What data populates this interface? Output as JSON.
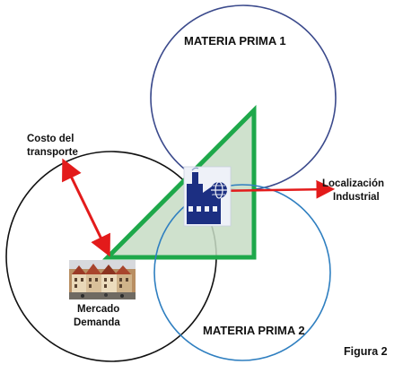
{
  "diagram": {
    "labels": {
      "materia_prima_1": "MATERIA PRIMA 1",
      "materia_prima_2": "MATERIA PRIMA 2",
      "costo_line1": "Costo del",
      "costo_line2": "transporte",
      "localizacion_line1": "Localización",
      "localizacion_line2": "Industrial",
      "mercado_line1": "Mercado",
      "mercado_line2": "Demanda",
      "figura": "Figura 2"
    },
    "icons": {
      "factory": "factory-icon",
      "town": "town-picture-icon"
    },
    "colors": {
      "circle_materia_1": "#3b4a8c",
      "circle_materia_2": "#2f7fc0",
      "circle_mercado": "#111111",
      "triangle_stroke": "#1ea84a",
      "triangle_fill": "#c7dcc4",
      "arrow": "#e31b1b",
      "factory": "#1c2f82"
    }
  }
}
